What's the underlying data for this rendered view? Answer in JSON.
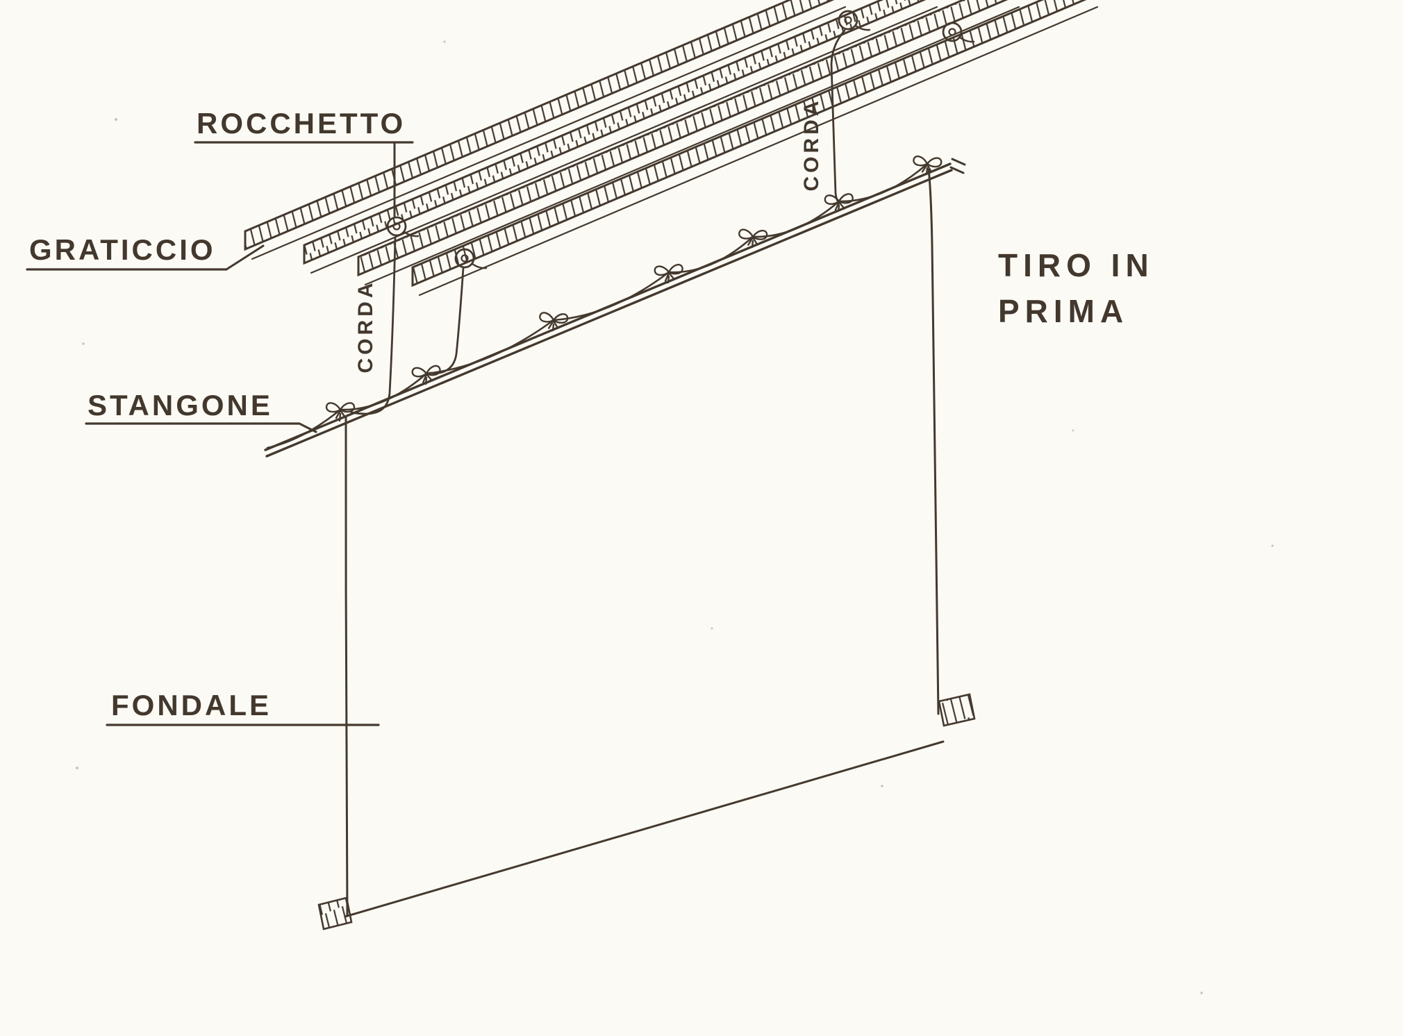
{
  "palette": {
    "ink": "#44392e",
    "paper": "#fbfaf5"
  },
  "labels": {
    "rocchetto": "ROCCHETTO",
    "graticcio": "GRATICCIO",
    "stangone": "STANGONE",
    "fondale": "FONDALE",
    "corda_left": "CORDA",
    "corda_right": "CORDA",
    "tiro_in_prima_line1": "TIRO IN",
    "tiro_in_prima_line2": "PRIMA"
  }
}
